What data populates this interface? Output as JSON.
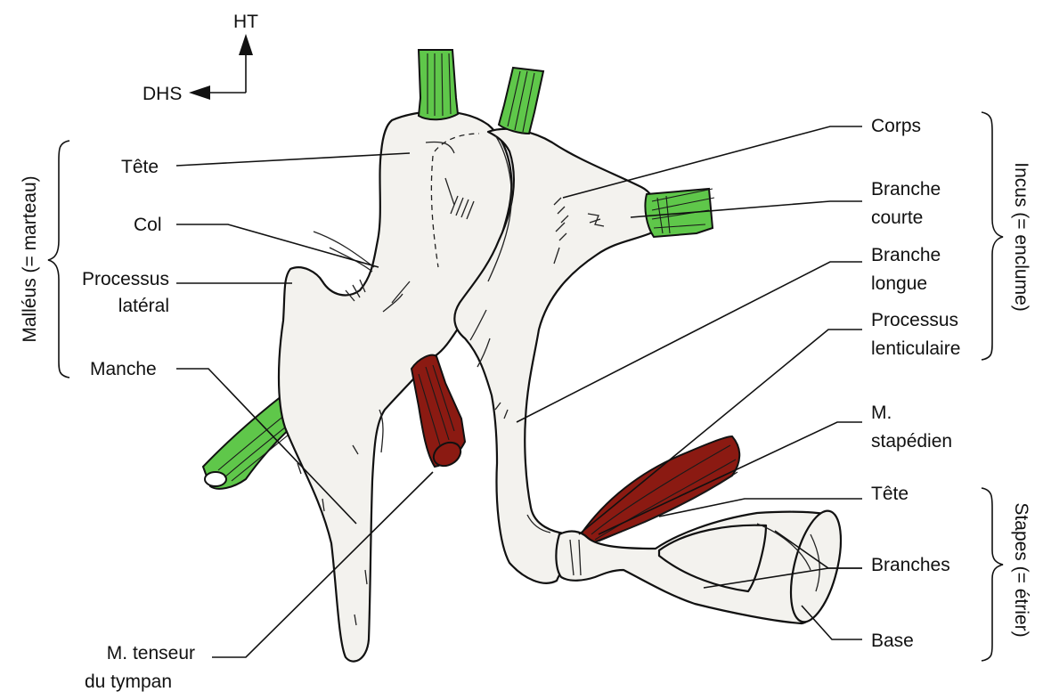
{
  "orientation": {
    "up": "HT",
    "left": "DHS"
  },
  "groups": {
    "malleus": "Malléus (= marteau)",
    "incus": "Incus (= enclume)",
    "stapes": "Stapes (= étrier)"
  },
  "labels": {
    "malleus_head": "Tête",
    "malleus_neck": "Col",
    "lateral_process_1": "Processus",
    "lateral_process_2": "latéral",
    "handle": "Manche",
    "tensor_1": "M. tenseur",
    "tensor_2": "du tympan",
    "incus_body": "Corps",
    "short_branch_1": "Branche",
    "short_branch_2": "courte",
    "long_branch_1": "Branche",
    "long_branch_2": "longue",
    "lenticular_1": "Processus",
    "lenticular_2": "lenticulaire",
    "stapedius_1": "M.",
    "stapedius_2": "stapédien",
    "stapes_head": "Tête",
    "stapes_branches": "Branches",
    "stapes_base": "Base"
  },
  "colors": {
    "ligament": "#5fc74a",
    "muscle": "#8b1a12",
    "bone": "#f3f2ee",
    "line": "#111111"
  }
}
